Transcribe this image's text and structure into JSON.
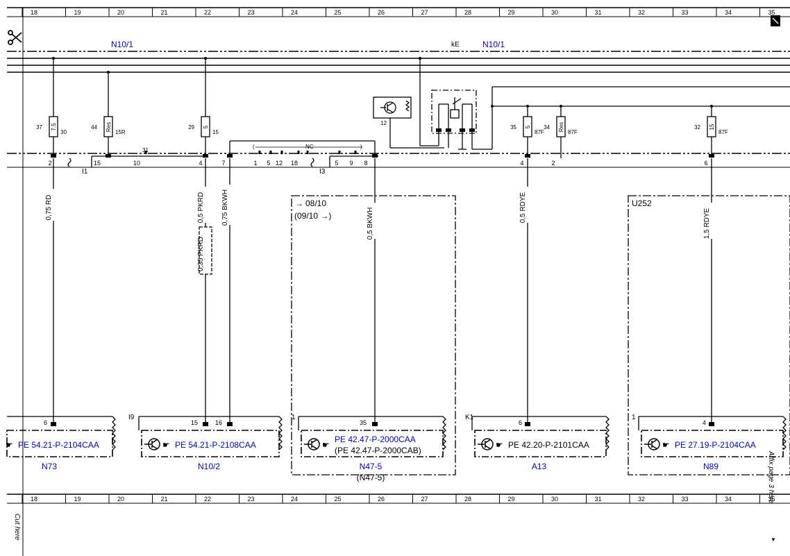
{
  "page": {
    "ruler_numbers": [
      "18",
      "19",
      "20",
      "21",
      "22",
      "23",
      "24",
      "25",
      "26",
      "27",
      "28",
      "29",
      "30",
      "31",
      "32",
      "33",
      "34",
      "35"
    ],
    "cut_here": "Cut here",
    "affix_note": "Affix page 3 here"
  },
  "bus": {
    "n10_left": "N10/1",
    "ke": "kE",
    "n10_right": "N10/1"
  },
  "fuses": [
    {
      "num": "37",
      "rating": "7.5",
      "term": "30"
    },
    {
      "num": "44",
      "rating": "Res",
      "term": "15R"
    },
    {
      "num": "29",
      "rating": "5",
      "term": "15"
    },
    {
      "num": "35",
      "rating": "5",
      "term": "87F"
    },
    {
      "num": "34",
      "rating": "Res",
      "term": "87F"
    },
    {
      "num": "32",
      "rating": "15",
      "term": "87F"
    }
  ],
  "connector": {
    "relay_pin": "12",
    "label_31": "31",
    "nc": "NC",
    "i1": "I1",
    "i3": "I3",
    "pins": [
      "2",
      "15",
      "10",
      "4",
      "7",
      "1",
      "5",
      "12",
      "18",
      "5",
      "9",
      "8",
      "4",
      "2",
      "6"
    ]
  },
  "wires": {
    "w1": "0,75 RD",
    "w2": "0,5 PKRD",
    "w2b": "0,35 PKRD",
    "w3": "0,75 BKWH",
    "w4": "0,5 BKWH",
    "w5": "0,5 RDYE",
    "w6": "1,5 RDYE"
  },
  "regions": {
    "variant_start": "08/10",
    "variant_end": "(09/10",
    "u252": "U252"
  },
  "components": [
    {
      "id": "N73",
      "ref": "PE 54.21-P-2104CAA",
      "pin": "6"
    },
    {
      "id": "N10/2",
      "ref": "PE 54.21-P-2108CAA",
      "pins": [
        "15",
        "16"
      ],
      "tag": "I9"
    },
    {
      "id": "N47-5",
      "ref": "PE 42.47-P-2000CAA",
      "ref2": "(PE 42.47-P-2000CAB)",
      "alt": "(N47-5)",
      "pin": "35",
      "tag": "1"
    },
    {
      "id": "A13",
      "ref": "PE 42.20-P-2101CAA",
      "pin": "6",
      "tag": "K1"
    },
    {
      "id": "N89",
      "ref": "PE 27.19-P-2104CAA",
      "pin": "4",
      "tag": "1"
    }
  ]
}
